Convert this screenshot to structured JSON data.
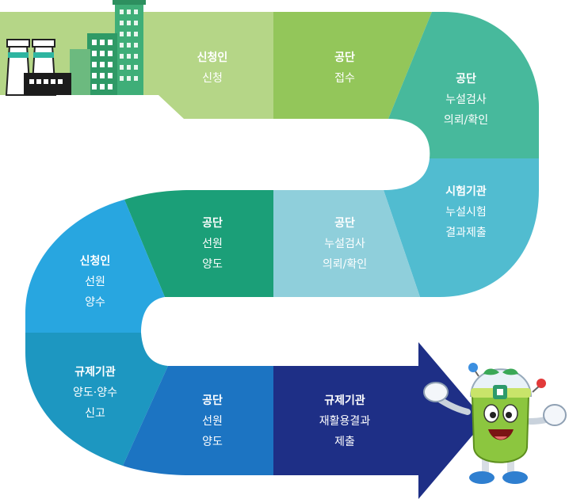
{
  "steps": [
    {
      "head": "신청인",
      "lines": [
        "신청"
      ],
      "color": "#b5d687"
    },
    {
      "head": "공단",
      "lines": [
        "접수"
      ],
      "color": "#93c65a"
    },
    {
      "head": "공단",
      "lines": [
        "누설검사",
        "의뢰/확인"
      ],
      "color": "#47b99c"
    },
    {
      "head": "시험기관",
      "lines": [
        "누설시험",
        "결과제출"
      ],
      "color": "#51bcd0"
    },
    {
      "head": "공단",
      "lines": [
        "누설검사",
        "의뢰/확인"
      ],
      "color": "#8fcfdb"
    },
    {
      "head": "공단",
      "lines": [
        "선원",
        "양도"
      ],
      "color": "#1b9f78"
    },
    {
      "head": "신청인",
      "lines": [
        "선원",
        "양수"
      ],
      "color": "#28a6e0"
    },
    {
      "head": "규제기관",
      "lines": [
        "양도·양수",
        "신고"
      ],
      "color": "#1d97c1"
    },
    {
      "head": "공단",
      "lines": [
        "선원",
        "양도"
      ],
      "color": "#1c74c2"
    },
    {
      "head": "규제기관",
      "lines": [
        "재활용결과",
        "제출"
      ],
      "color": "#1e2f86"
    }
  ],
  "icons": {
    "factory": "factory-icon",
    "mascot": "mascot-character"
  }
}
